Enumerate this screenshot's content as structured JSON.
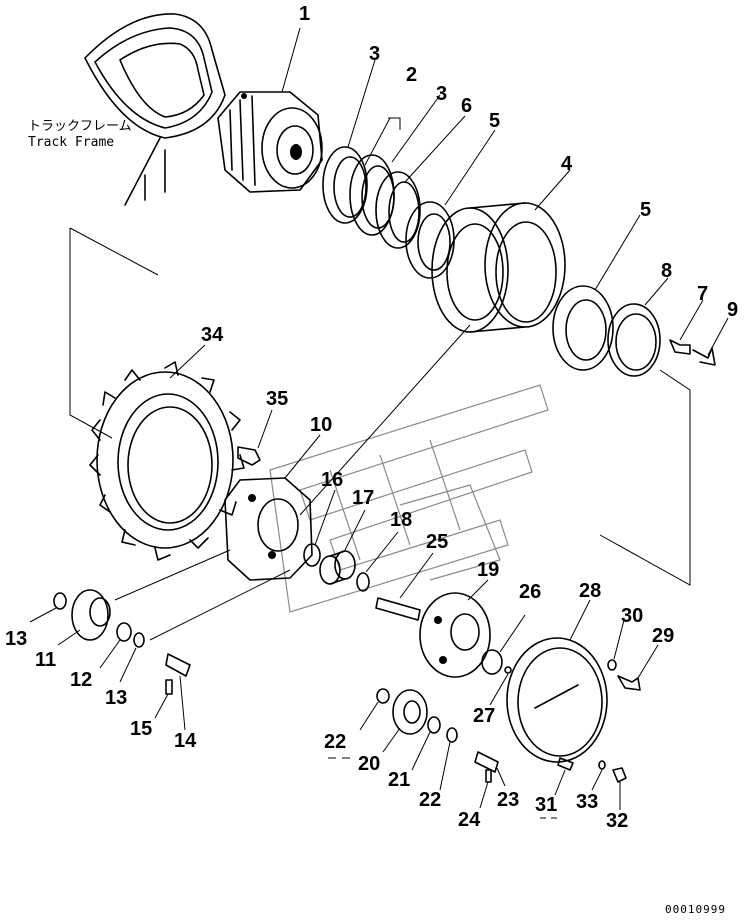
{
  "callout": {
    "japanese": "トラックフレーム",
    "english": "Track Frame"
  },
  "drawing_code": "00010999",
  "part_numbers": [
    "1",
    "2",
    "3",
    "3",
    "4",
    "5",
    "5",
    "6",
    "7",
    "8",
    "9",
    "10",
    "11",
    "12",
    "13",
    "13",
    "14",
    "15",
    "16",
    "17",
    "18",
    "19",
    "20",
    "21",
    "22",
    "22",
    "23",
    "24",
    "25",
    "26",
    "27",
    "28",
    "29",
    "30",
    "31",
    "32",
    "33",
    "34",
    "35"
  ]
}
